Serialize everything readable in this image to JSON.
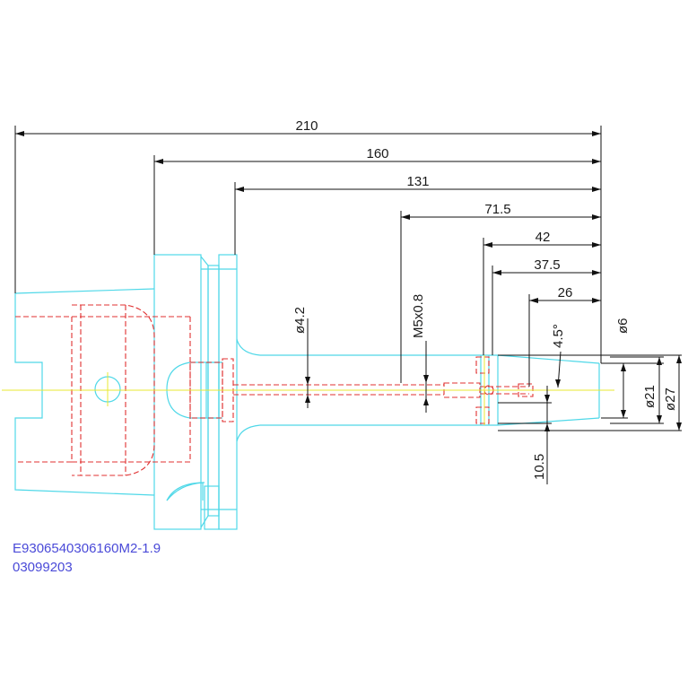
{
  "colors": {
    "outline": "#4fd8e8",
    "hidden": "#e03030",
    "centerline": "#e8e830",
    "dimension": "#111111",
    "part_text": "#4a4ad8"
  },
  "dimensions": {
    "d210": "210",
    "d160": "160",
    "d131": "131",
    "d71_5": "71.5",
    "d42": "42",
    "d37_5": "37.5",
    "d26": "26",
    "dia4_2": "ø4.2",
    "m5x0_8": "M5x0.8",
    "angle4_5": "4.5°",
    "dia6": "ø6",
    "dia21": "ø21",
    "dia27": "ø27",
    "d10_5": "10.5"
  },
  "part": {
    "code": "E9306540306160M2-1.9",
    "number": "03099203"
  }
}
